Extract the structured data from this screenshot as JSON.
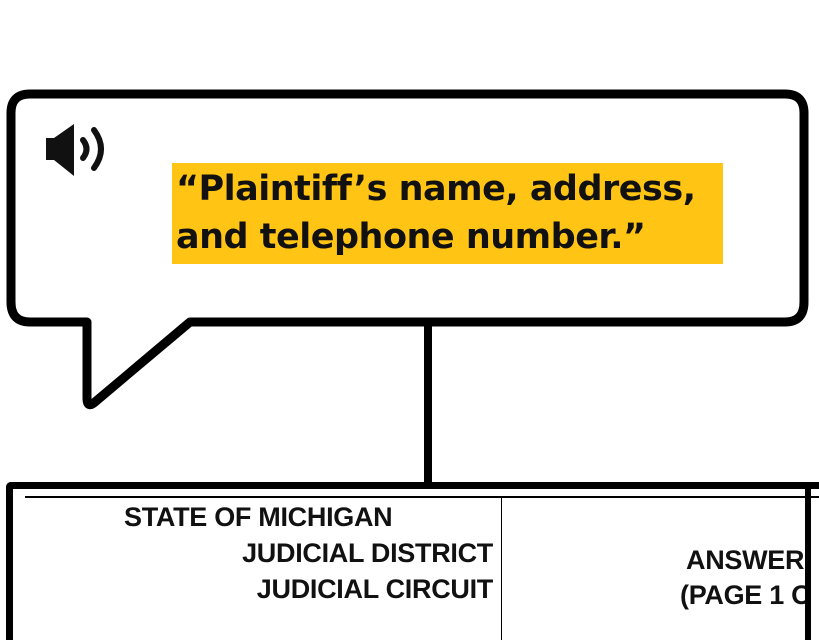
{
  "callout": {
    "speaker_icon": "speaker-volume-icon",
    "quote_line_1": "“Plaintiff’s name, address,",
    "quote_line_2": "and telephone number.”",
    "highlight_color": "#FFC414"
  },
  "form": {
    "state": "STATE OF MICHIGAN",
    "district": "JUDICIAL DISTRICT",
    "circuit": "JUDICIAL CIRCUIT",
    "title_line_1": "ANSWER",
    "title_line_2": "(PAGE 1 O"
  }
}
